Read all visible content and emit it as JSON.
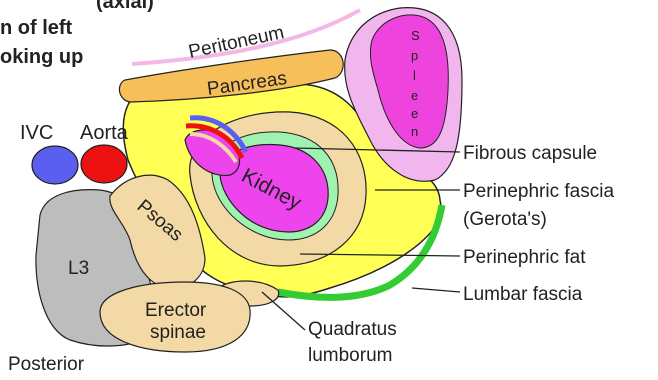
{
  "header": {
    "line1": "(axial)",
    "line2": "n of left",
    "line3": "oking up"
  },
  "structures": {
    "peritoneum": "Peritoneum",
    "pancreas": "Pancreas",
    "spleen_letters": [
      "S",
      "p",
      "l",
      "e",
      "e",
      "n"
    ],
    "ivc": "IVC",
    "aorta": "Aorta",
    "psoas": "Psoas",
    "kidney": "Kidney",
    "l3": "L3",
    "erector_1": "Erector",
    "erector_2": "spinae"
  },
  "labels": {
    "fibrous_capsule": "Fibrous capsule",
    "perinephric_fascia": "Perinephric fascia",
    "gerotas": "(Gerota's)",
    "perinephric_fat": "Perinephric fat",
    "lumbar_fascia": "Lumbar fascia",
    "quadratus_1": "Quadratus",
    "quadratus_2": "lumborum",
    "posterior": "Posterior"
  },
  "colors": {
    "peritoneum": "#f4b8e6",
    "pancreas": "#f6bf5a",
    "spleen_outer": "#f2b6ee",
    "spleen_inner": "#ee44dd",
    "yellow_space": "#ffff55",
    "fat_tan": "#f2d9a6",
    "capsule_green": "#9ff2b0",
    "kidney": "#ee44ee",
    "ivc": "#5a5ff0",
    "aorta": "#ee1111",
    "l3": "#bdbdbd",
    "lumbar_fascia": "#33cc33",
    "outline": "#222222"
  }
}
